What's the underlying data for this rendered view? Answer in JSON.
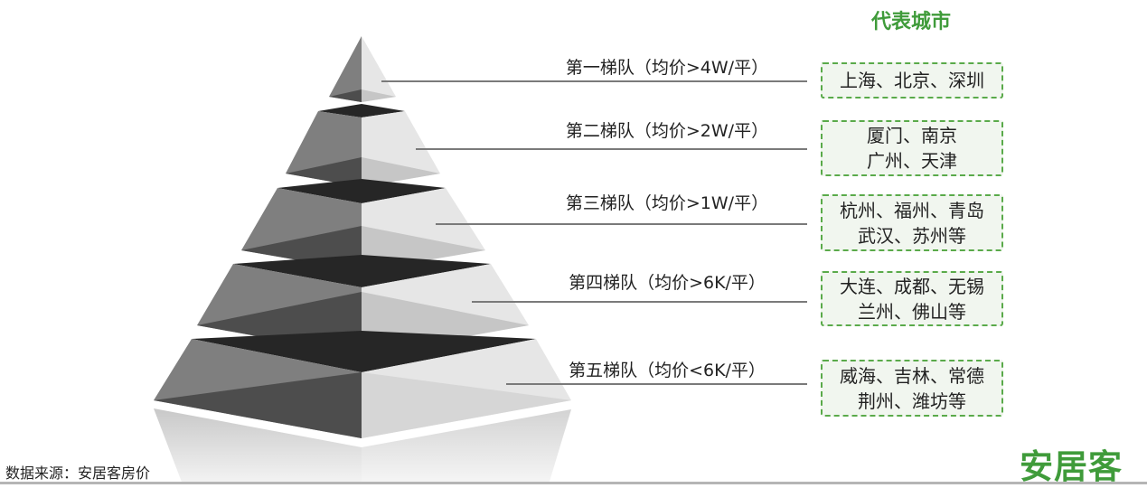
{
  "header": {
    "title": "代表城市"
  },
  "tiers": [
    {
      "label": "第一梯队（均价>4W/平）",
      "cities": [
        "上海、北京、深圳"
      ]
    },
    {
      "label": "第二梯队（均价>2W/平）",
      "cities": [
        "厦门、南京",
        "广州、天津"
      ]
    },
    {
      "label": "第三梯队（均价>1W/平）",
      "cities": [
        "杭州、福州、青岛",
        "武汉、苏州等"
      ]
    },
    {
      "label": "第四梯队（均价>6K/平）",
      "cities": [
        "大连、成都、无锡",
        "兰州、佛山等"
      ]
    },
    {
      "label": "第五梯队（均价<6K/平）",
      "cities": [
        "威海、吉林、常德",
        "荆州、潍坊等"
      ]
    }
  ],
  "footer": {
    "source": "数据来源：安居客房价",
    "logo": "安居客"
  },
  "colors": {
    "accent": "#3f9b3a",
    "box_border": "#5aaa4a",
    "box_fill": "#f1f6ef"
  }
}
